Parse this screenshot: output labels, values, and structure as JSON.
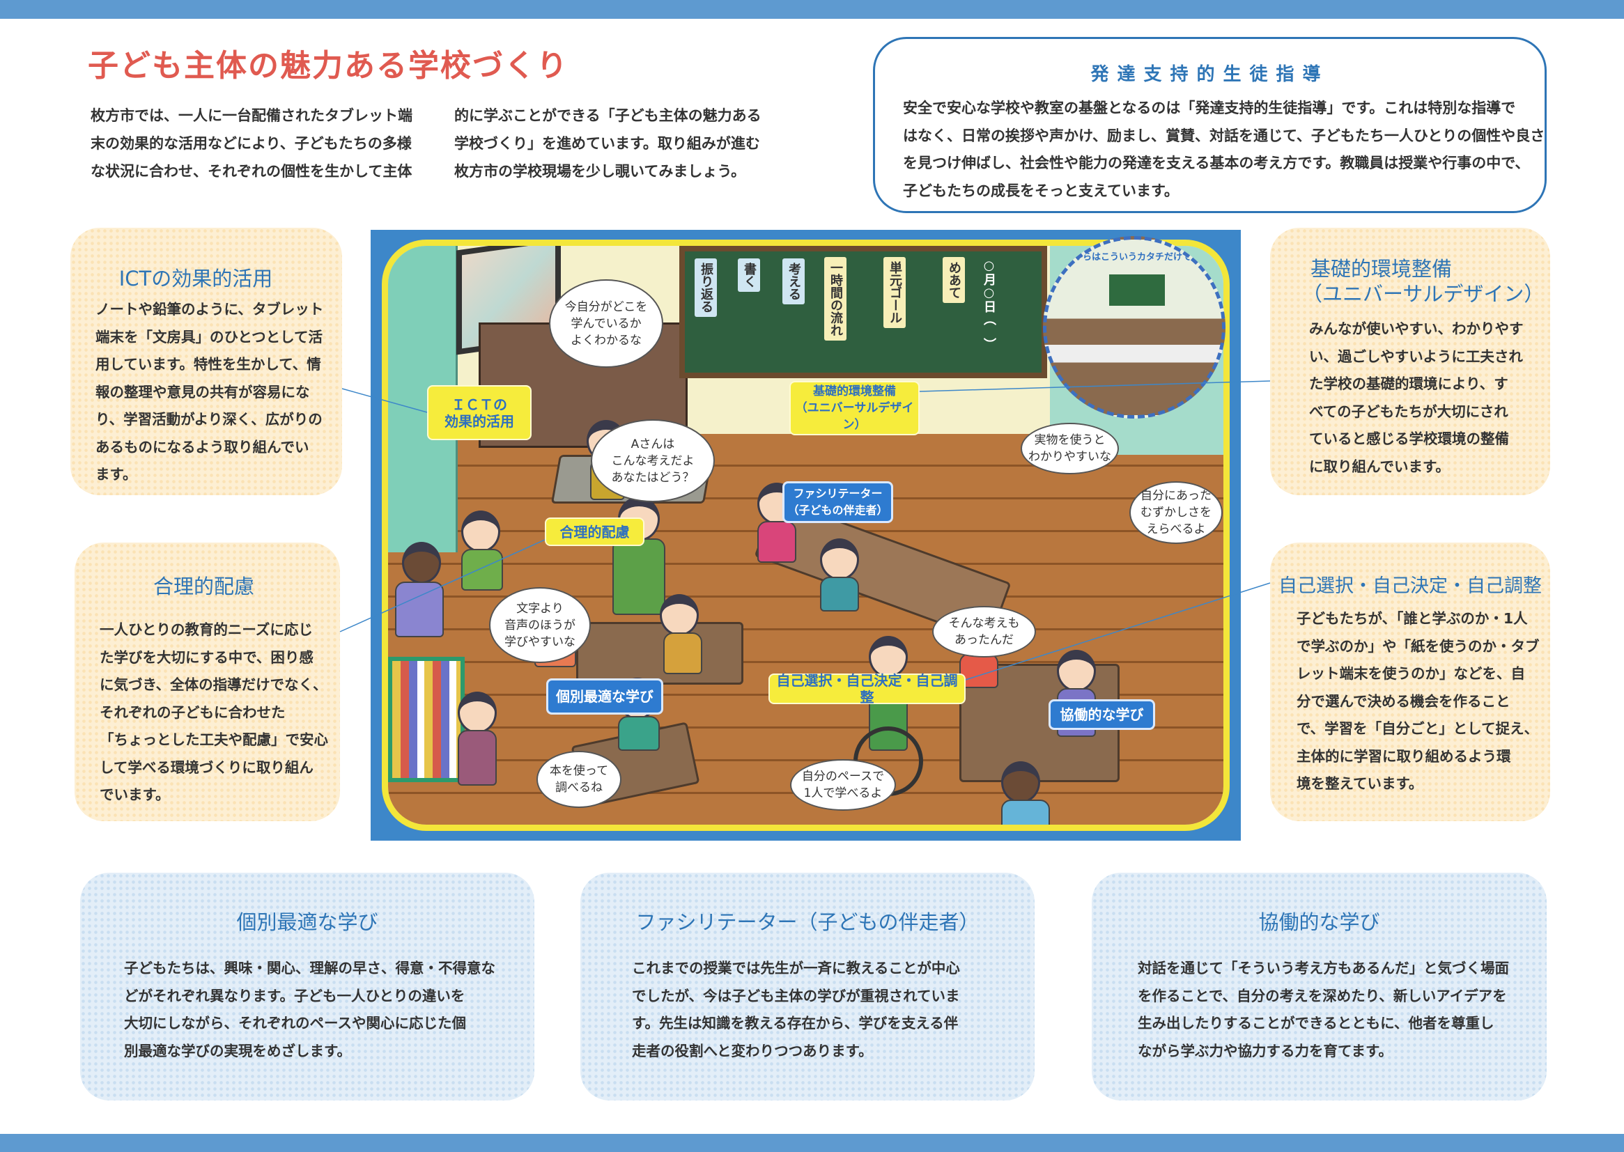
{
  "colors": {
    "top_bar": "#5e9ad0",
    "title": "#e05a50",
    "heading_blue": "#2e75b6",
    "peach_box": "#fdefd3",
    "blue_box": "#e3eef8",
    "frame_blue": "#3d87c9",
    "frame_yellow": "#f3e63a"
  },
  "title": "子ども主体の魅力ある学校づくり",
  "intro": {
    "col1": [
      "枚方市では、一人に一台配備されたタブレット端",
      "末の効果的な活用などにより、子どもたちの多様",
      "な状況に合わせ、それぞれの個性を生かして主体"
    ],
    "col2": [
      "的に学ぶことができる「子ども主体の魅力ある",
      "学校づくり」を進めています。取り組みが進む",
      "枚方市の学校現場を少し覗いてみましょう。"
    ]
  },
  "support_box": {
    "title": "発達支持的生徒指導",
    "lines": [
      "安全で安心な学校や教室の基盤となるのは「発達支持的生徒指導」です。これは特別な指導で",
      "はなく、日常の挨拶や声かけ、励まし、賞賛、対話を通じて、子どもたち一人ひとりの個性や良さ",
      "を見つけ伸ばし、社会性や能力の発達を支える基本の考え方です。教職員は授業や行事の中で、",
      "子どもたちの成長をそっと支えています。"
    ]
  },
  "side_boxes": {
    "ict": {
      "title": "ICTの効果的活用",
      "lines": [
        "ノートや鉛筆のように、タブレット",
        "端末を「文房具」のひとつとして活",
        "用しています。特性を生かして、情",
        "報の整理や意見の共有が容易にな",
        "り、学習活動がより深く、広がりの",
        "あるものになるよう取り組んでい",
        "ます。"
      ]
    },
    "reasonable": {
      "title": "合理的配慮",
      "lines": [
        "一人ひとりの教育的ニーズに応じ",
        "た学びを大切にする中で、困り感",
        "に気づき、全体の指導だけでなく、",
        "それぞれの子どもに合わせた",
        "「ちょっとした工夫や配慮」で安心",
        "して学べる環境づくりに取り組ん",
        "でいます。"
      ]
    },
    "universal": {
      "title1": "基礎的環境整備",
      "title2": "（ユニバーサルデザイン）",
      "lines": [
        "みんなが使いやすい、わかりやす",
        "い、過ごしやすいように工夫され",
        "た学校の基礎的環境により、す",
        "べての子どもたちが大切にされ",
        "ていると感じる学校環境の整備",
        "に取り組んでいます。"
      ]
    },
    "self": {
      "title": "自己選択・自己決定・自己調整",
      "lines": [
        "子どもたちが、「誰と学ぶのか・1人",
        "で学ぶのか」や「紙を使うのか・タブ",
        "レット端末を使うのか」などを、自",
        "分で選んで決める機会を作ること",
        "で、学習を「自分ごと」として捉え、",
        "主体的に学習に取り組めるよう環",
        "境を整えています。"
      ]
    }
  },
  "bottom_boxes": [
    {
      "title": "個別最適な学び",
      "lines": [
        "子どもたちは、興味・関心、理解の早さ、得意・不得意な",
        "どがそれぞれ異なります。子ども一人ひとりの違いを",
        "大切にしながら、それぞれのペースや関心に応じた個",
        "別最適な学びの実現をめざします。"
      ]
    },
    {
      "title": "ファシリテーター（子どもの伴走者）",
      "lines": [
        "これまでの授業では先生が一斉に教えることが中心",
        "でしたが、今は子ども主体の学びが重視されていま",
        "す。先生は知識を教える存在から、学びを支える伴",
        "走者の役割へと変わりつつあります。"
      ]
    },
    {
      "title": "協働的な学び",
      "lines": [
        "対話を通じて「そういう考え方もあるんだ」と気づく場面",
        "を作ることで、自分の考えを深めたり、新しいアイデアを",
        "生み出したりすることができるとともに、他者を尊重し",
        "ながら学ぶ力や協力する力を育てます。"
      ]
    }
  ],
  "illustration": {
    "labels": {
      "ict": [
        "ＩＣＴの",
        "効果的活用"
      ],
      "universal": [
        "基礎的環境整備",
        "（ユニバーサルデザイン）"
      ],
      "facilitator": [
        "ファシリテーター",
        "（子どもの伴走者）"
      ],
      "reasonable": [
        "合理的配慮"
      ],
      "individual": [
        "個別最適な学び"
      ],
      "self": [
        "自己選択・自己決定・自己調整"
      ],
      "collab": [
        "協働的な学び"
      ]
    },
    "bubbles": {
      "where": [
        "今自分がどこを",
        "学んでいるか",
        "よくわかるな"
      ],
      "a_san": [
        "Aさんは",
        "こんな考えだよ",
        "あなたはどう？"
      ],
      "real": [
        "実物を使うと",
        "わかりやすいな"
      ],
      "level": [
        "自分にあった",
        "むずかしさを",
        "えらべるよ"
      ],
      "audio": [
        "文字より",
        "音声のほうが",
        "学びやすいな"
      ],
      "idea": [
        "そんな考えも",
        "あったんだ"
      ],
      "book": [
        "本を使って",
        "調べるね"
      ],
      "pace": [
        "自分のペースで",
        "1人で学べるよ"
      ]
    },
    "board_cards": {
      "reflect": "振り返る",
      "write": "書く",
      "think": "考える",
      "flow": "一時間の流れ",
      "goal": "単元ゴール",
      "aim": "めあて",
      "date": "○月○日（　）"
    },
    "inset_caption": "これからはこういうカタチだけでなく…"
  }
}
